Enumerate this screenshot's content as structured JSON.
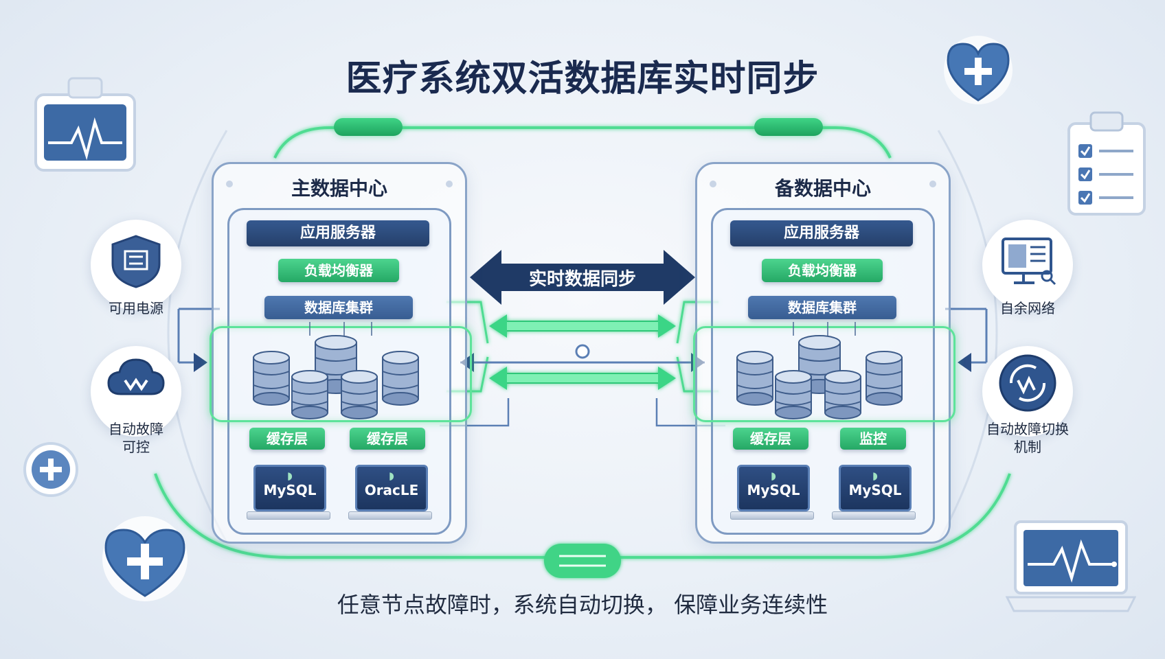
{
  "title": "医疗系统双活数据库实时同步",
  "footer": "任意节点故障时，系统自动切换， 保障业务连续性",
  "sync_center": "实时数据同步",
  "top_tags": [
    "",
    ""
  ],
  "primary": {
    "title": "主数据中心",
    "app_server": "应用服务器",
    "load_balancer": "负载均衡器",
    "db_cluster": "数据库集群",
    "cache_1": "缓存层",
    "cache_2": "缓存层",
    "db_1": "MySQL",
    "db_2": "OracLE"
  },
  "standby": {
    "title": "备数据中心",
    "app_server": "应用服务器",
    "load_balancer": "负载均衡器",
    "db_cluster": "数据库集群",
    "cache_1": "缓存层",
    "monitor": "监控",
    "db_1": "MySQL",
    "db_2": "MySQL"
  },
  "left_side": {
    "power_label": "可用电源",
    "failover_label_1": "自动故障",
    "failover_label_2": "可控"
  },
  "right_side": {
    "network_label": "自余网络",
    "failover_label_1": "自动故障切换",
    "failover_label_2": "机制"
  },
  "colors": {
    "navy": "#1f3a66",
    "green": "#3fd486",
    "panel_border": "#8aa4c8"
  }
}
